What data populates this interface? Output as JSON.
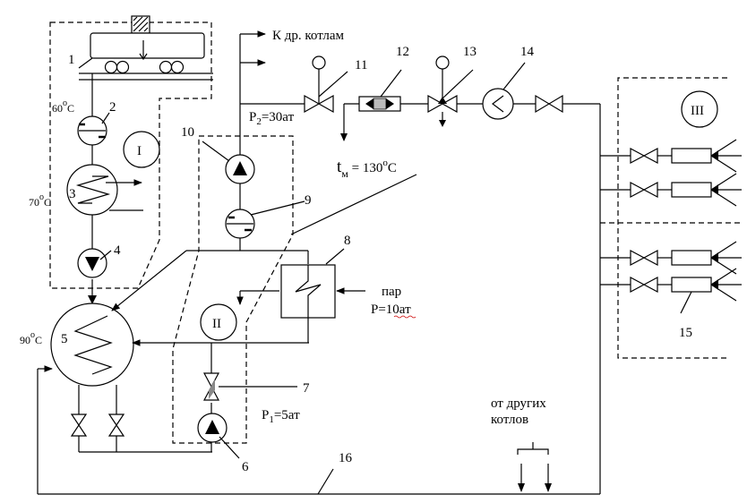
{
  "labels": {
    "to_other_boilers": "К др. котлам",
    "p2": "P",
    "p2_sub": "2",
    "p2_val": "=30ат",
    "tm_t": "t",
    "tm_sub": "м",
    "tm_val": " = 130",
    "tm_deg": "о",
    "tm_unit": "С",
    "steam": "пар",
    "steam_p": "P=10ат",
    "p1": "P",
    "p1_sub": "1",
    "p1_val": "=5ат",
    "from_other_1": "от других",
    "from_other_2": "котлов",
    "t60": "60",
    "t60_unit": "С",
    "t70": "70",
    "t70_unit": "С",
    "t90": "90",
    "t90_unit": "С",
    "deg": "о"
  },
  "numbers": {
    "n1": "1",
    "n2": "2",
    "n3": "3",
    "n4": "4",
    "n5": "5",
    "n6": "6",
    "n7": "7",
    "n8": "8",
    "n9": "9",
    "n10": "10",
    "n11": "11",
    "n12": "12",
    "n13": "13",
    "n14": "14",
    "n15": "15",
    "n16": "16"
  },
  "zones": {
    "z1": "I",
    "z2": "II",
    "z3": "III"
  }
}
